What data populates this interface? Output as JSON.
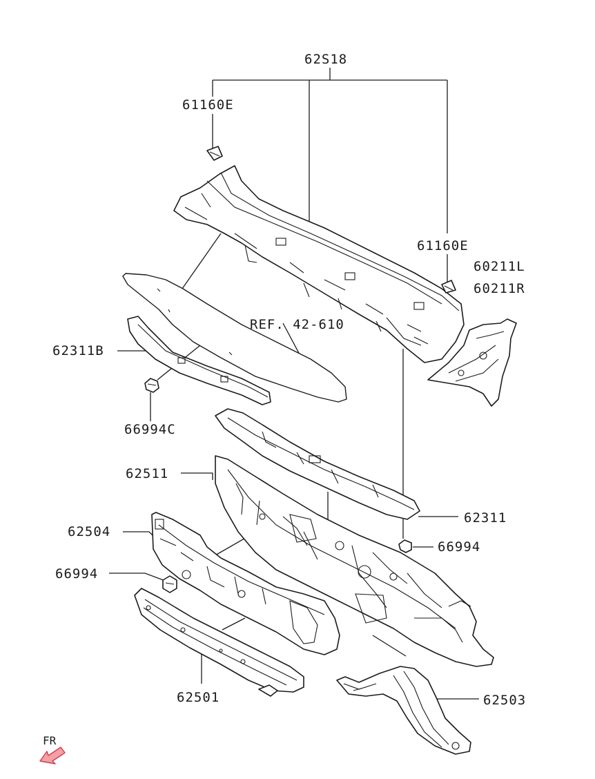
{
  "labels": {
    "top_assembly": "62S18",
    "clip_left": "61160E",
    "clip_right": "61160E",
    "bracket_l": "60211L",
    "bracket_r": "60211R",
    "reference": "REF. 42-610",
    "panel_small": "62311B",
    "nut_left_upper": "66994C",
    "dash_panel": "62511",
    "panel_upper": "62311",
    "nut_right": "66994",
    "panel_lower_left": "62504",
    "nut_left_lower": "66994",
    "crossmember": "62501",
    "tunnel": "62503"
  },
  "orientation": {
    "text": "FR",
    "icon": "front-direction-arrow-icon"
  },
  "colors": {
    "line": "#1a1a1a",
    "background": "#ffffff",
    "arrow_fill": "#f2a0a8",
    "arrow_stroke": "#d23a48"
  }
}
